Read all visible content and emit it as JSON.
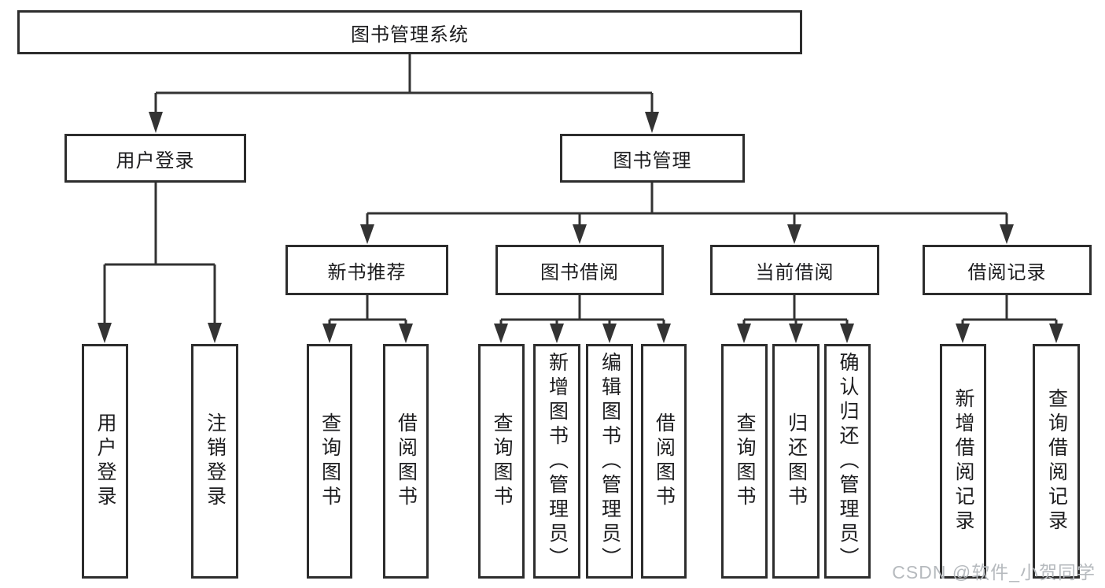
{
  "tree": {
    "label": "图书管理系统",
    "children": [
      {
        "label": "用户登录",
        "children": [
          {
            "label": "用户登录"
          },
          {
            "label": "注销登录"
          }
        ]
      },
      {
        "label": "图书管理",
        "children": [
          {
            "label": "新书推荐",
            "children": [
              {
                "label": "查询图书"
              },
              {
                "label": "借阅图书"
              }
            ]
          },
          {
            "label": "图书借阅",
            "children": [
              {
                "label": "查询图书"
              },
              {
                "label": "新增图书（管理员）"
              },
              {
                "label": "编辑图书（管理员）"
              },
              {
                "label": "借阅图书"
              }
            ]
          },
          {
            "label": "当前借阅",
            "children": [
              {
                "label": "查询图书"
              },
              {
                "label": "归还图书"
              },
              {
                "label": "确认归还（管理员）"
              }
            ]
          },
          {
            "label": "借阅记录",
            "children": [
              {
                "label": "新增借阅记录"
              },
              {
                "label": "查询借阅记录"
              }
            ]
          }
        ]
      }
    ]
  },
  "watermark": "CSDN @软件_小贺同学",
  "colors": {
    "line": "#333333",
    "box_border": "#2d2d2d",
    "text": "#1d1d1f",
    "watermark": "#b6babe"
  }
}
